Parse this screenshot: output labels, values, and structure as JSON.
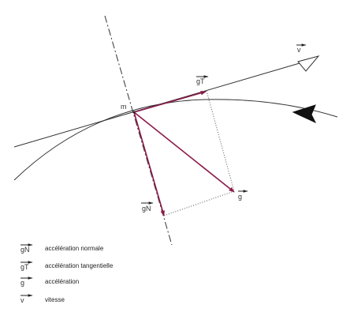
{
  "labels": {
    "point": "m",
    "velocity": "v",
    "tangential": "gT",
    "normal": "gN",
    "acceleration": "g"
  },
  "legend": [
    {
      "symbol": "gN",
      "text": "accélération normale"
    },
    {
      "symbol": "gT",
      "text": "accélération tangentielle"
    },
    {
      "symbol": "g",
      "text": "accélération"
    },
    {
      "symbol": "v",
      "text": "vitesse"
    }
  ],
  "colors": {
    "vector": "#8b1a4a",
    "line": "#333333"
  }
}
